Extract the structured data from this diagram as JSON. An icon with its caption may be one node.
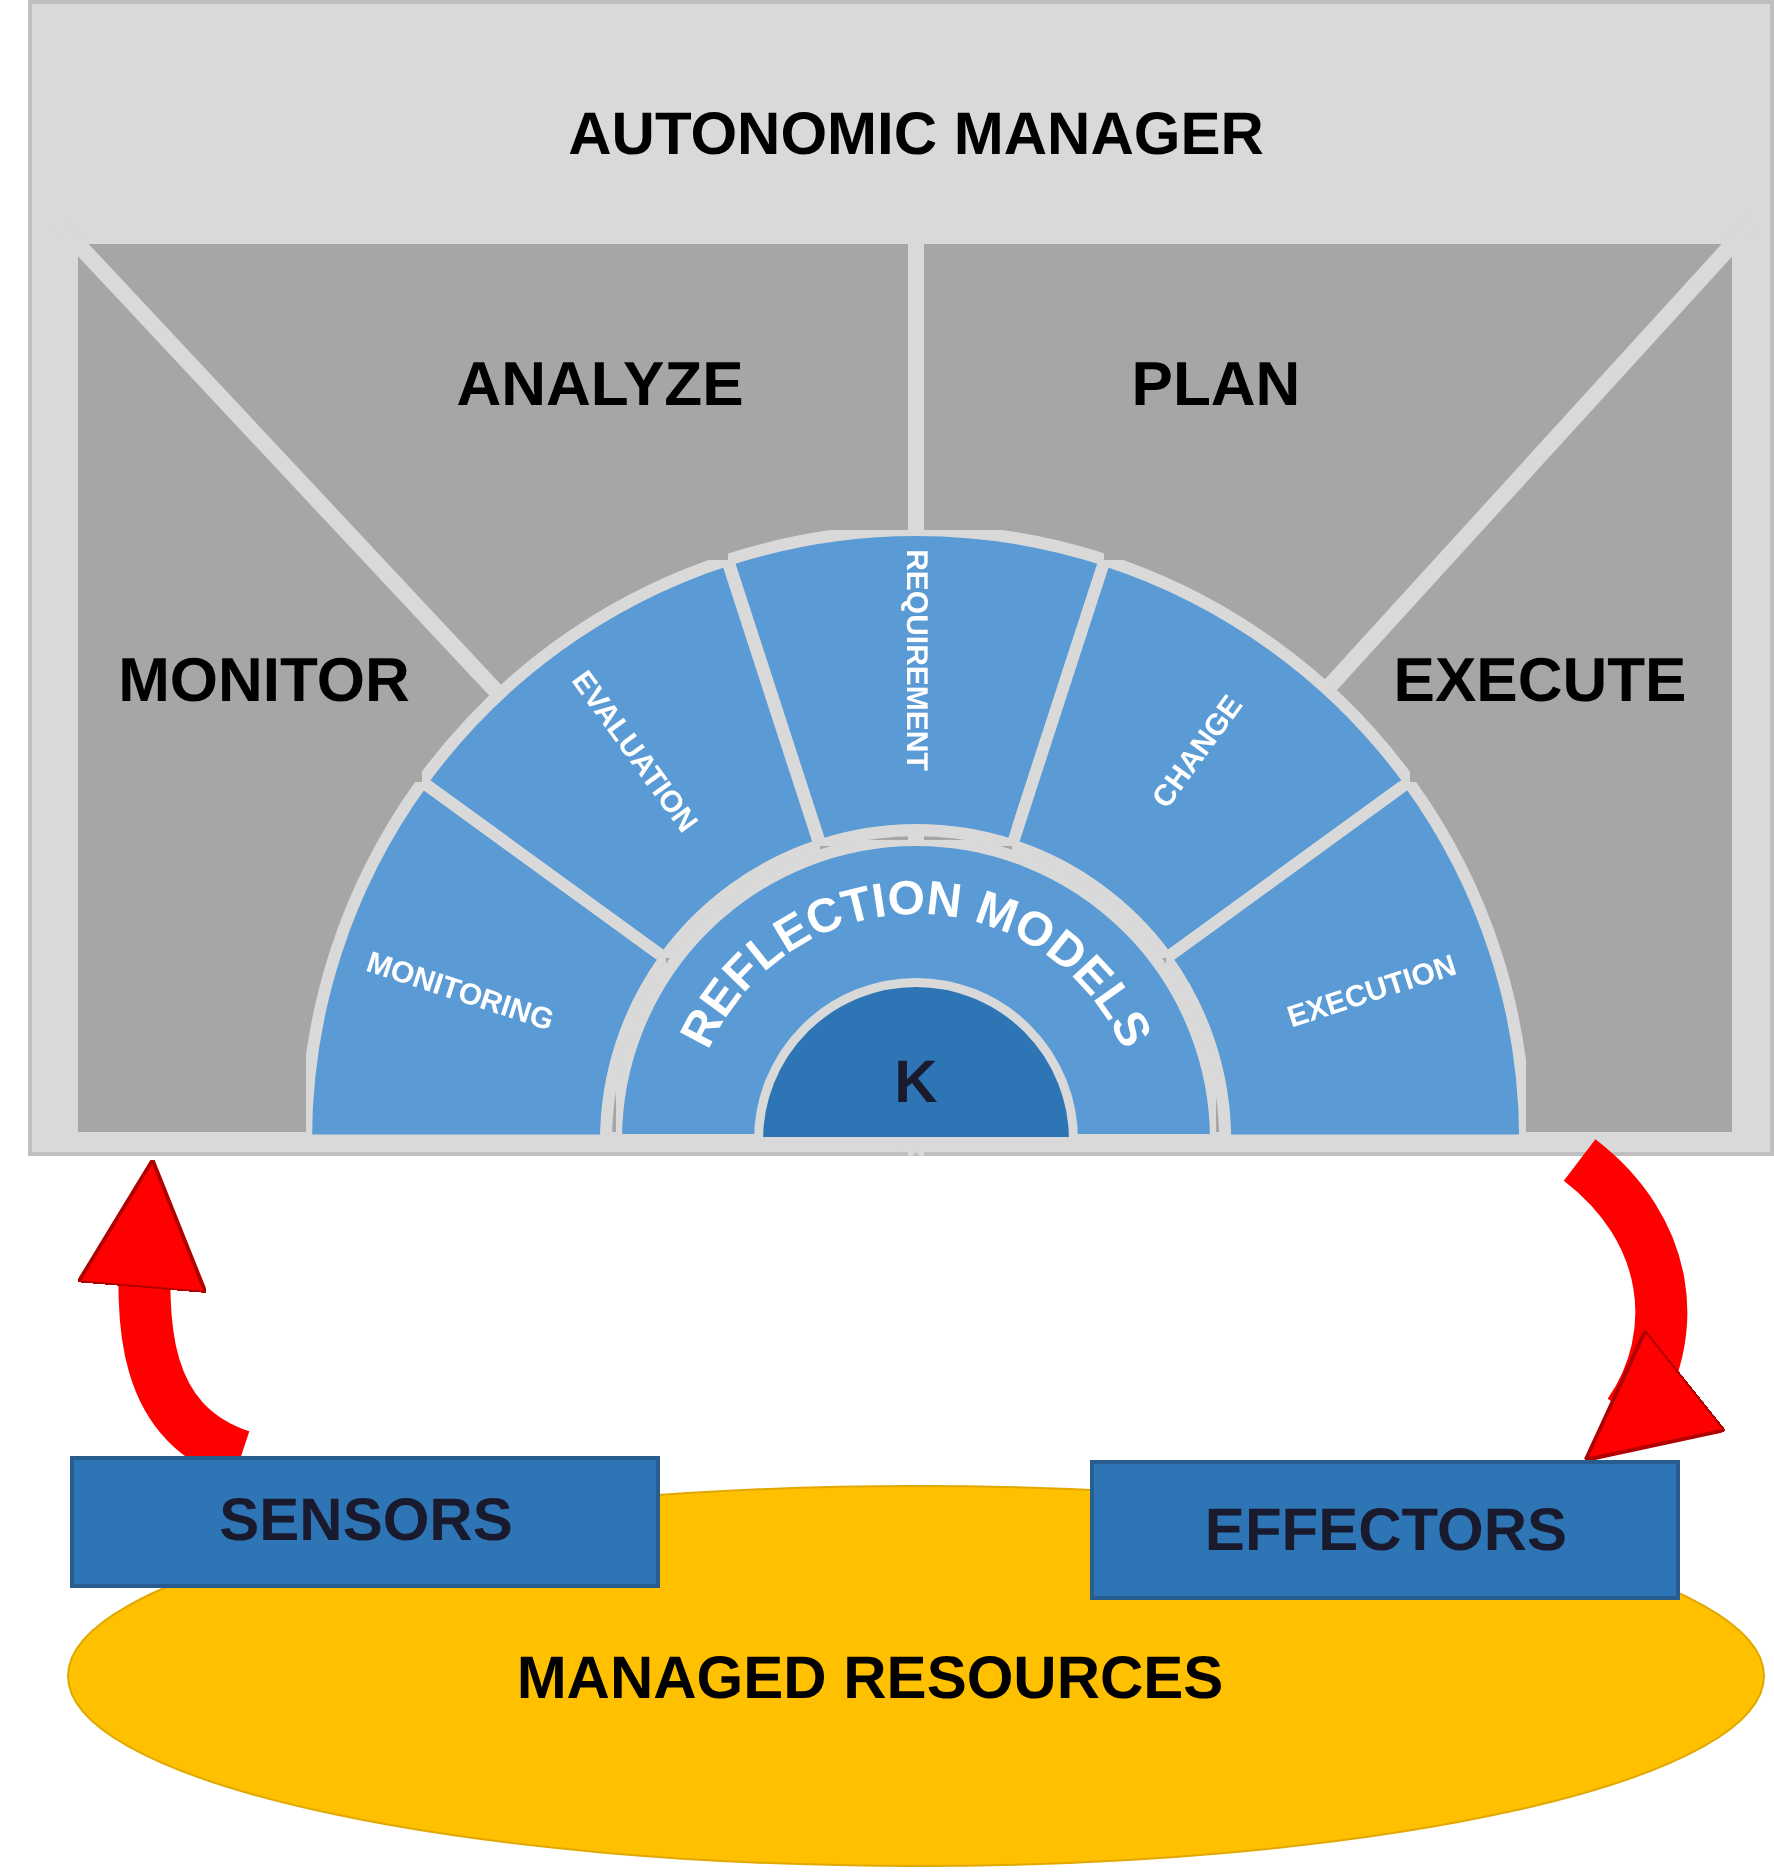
{
  "diagram": {
    "nodes": [
      {
        "text": [
          "AUTONOMIC MANAGER"
        ]
      },
      {
        "text": [
          "ANALYZE"
        ],
        "in": 0
      },
      {
        "text": [
          "PLAN"
        ],
        "in": 0
      },
      {
        "text": [
          "MONITOR"
        ],
        "in": 0
      },
      {
        "text": [
          "EXECUTE"
        ],
        "in": 0
      },
      {
        "text": [
          "MONITORING"
        ],
        "in": 0
      },
      {
        "text": [
          "EVALUATION"
        ],
        "in": 0
      },
      {
        "text": [
          "REQUIREMENT"
        ],
        "in": 0
      },
      {
        "text": [
          "CHANGE"
        ],
        "in": 0
      },
      {
        "text": [
          "EXECUTION"
        ],
        "in": 0
      },
      {
        "text": [
          "REFLECTION MODELS"
        ],
        "in": 0
      },
      {
        "text": [
          "K"
        ],
        "in": 10
      },
      {
        "text": [
          "SENSORS"
        ]
      },
      {
        "text": [
          "EFFECTORS"
        ]
      },
      {
        "text": [
          "MANAGED RESOURCES"
        ]
      }
    ],
    "edges": [
      {
        "from": 12,
        "to": 0,
        "arrow": "to"
      },
      {
        "from": 0,
        "to": 13,
        "arrow": "to"
      }
    ]
  }
}
